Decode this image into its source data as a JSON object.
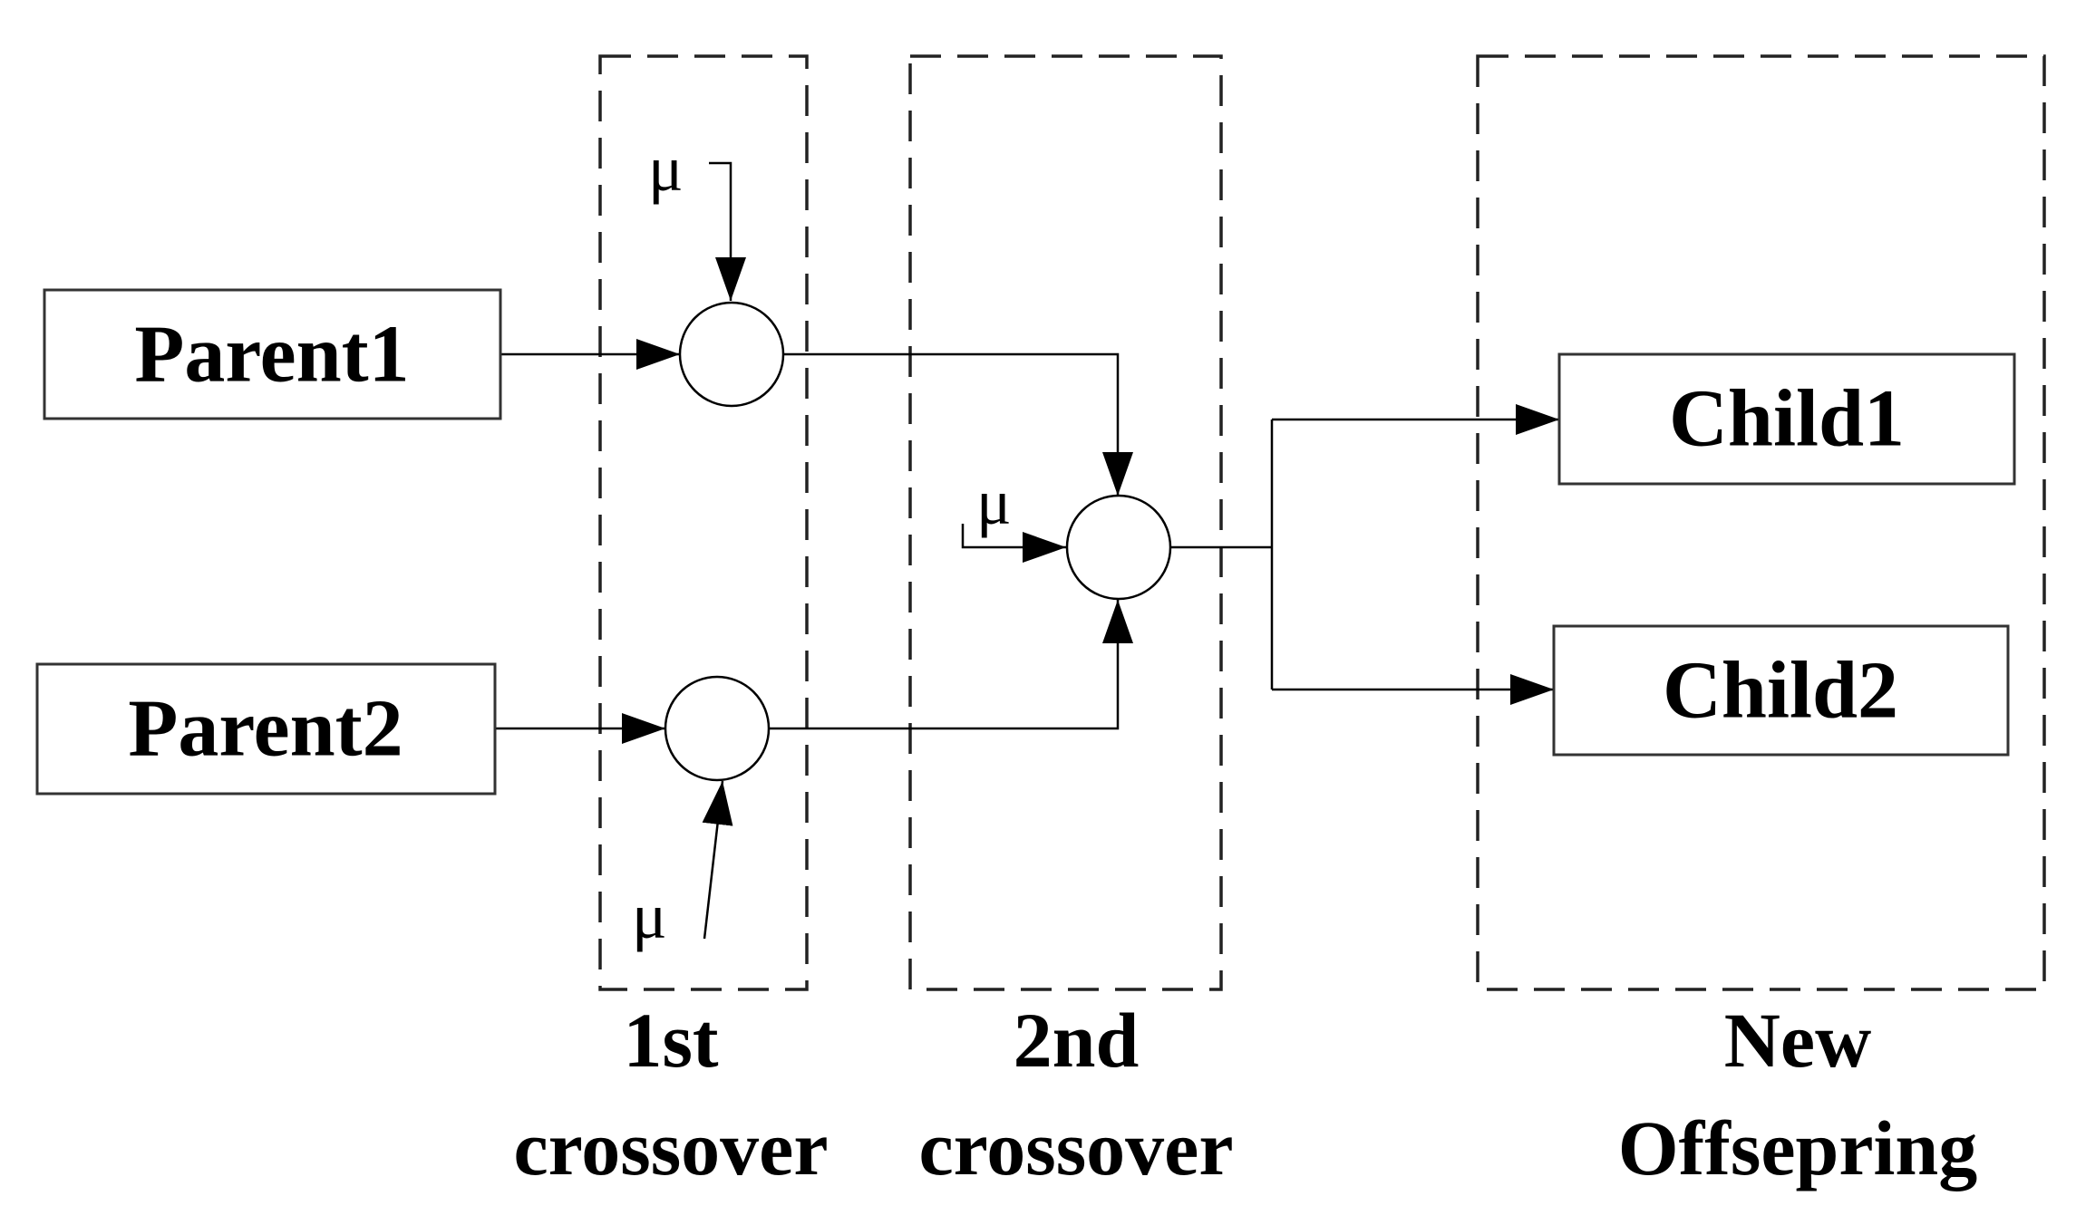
{
  "nodes": {
    "parent1": "Parent1",
    "parent2": "Parent2",
    "child1": "Child1",
    "child2": "Child2"
  },
  "mu": {
    "symbol": "μ"
  },
  "groups": {
    "first": {
      "line1": "1st",
      "line2": "crossover"
    },
    "second": {
      "line1": "2nd",
      "line2": "crossover"
    },
    "offspring": {
      "line1": "New",
      "line2": "Offsepring"
    }
  }
}
